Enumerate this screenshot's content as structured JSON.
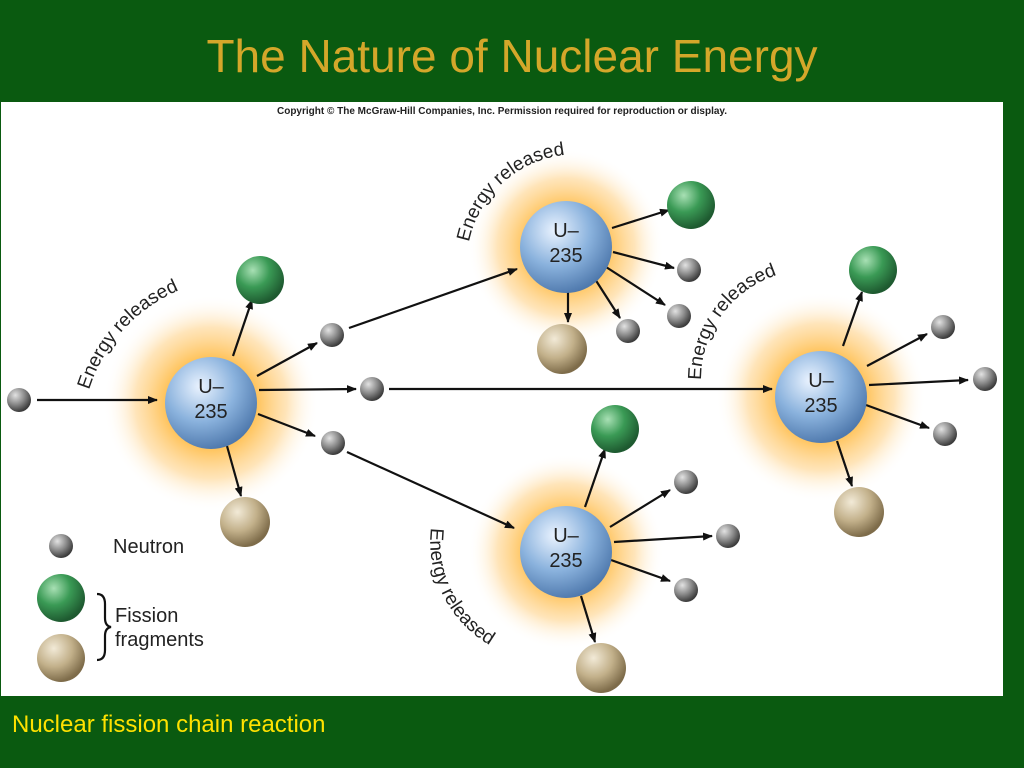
{
  "slide": {
    "title": "The Nature of Nuclear Energy",
    "caption": "Nuclear fission chain reaction"
  },
  "figure": {
    "copyright": "Copyright © The McGraw-Hill Companies, Inc. Permission required for reproduction or display.",
    "nucleus_label_top": "U–",
    "nucleus_label_bottom": "235",
    "energy_label": "Energy released",
    "legend": {
      "neutron": "Neutron",
      "fission_line1": "Fission",
      "fission_line2": "fragments"
    }
  },
  "colors": {
    "background": "#0a5a10",
    "title": "#d4a72a",
    "caption": "#ffe100",
    "nucleus": "#8ab2dd",
    "neutron": "#8a8a8a",
    "fragment_green": "#3a9a55",
    "fragment_tan": "#c2b08a",
    "glow": "#ffa020"
  }
}
